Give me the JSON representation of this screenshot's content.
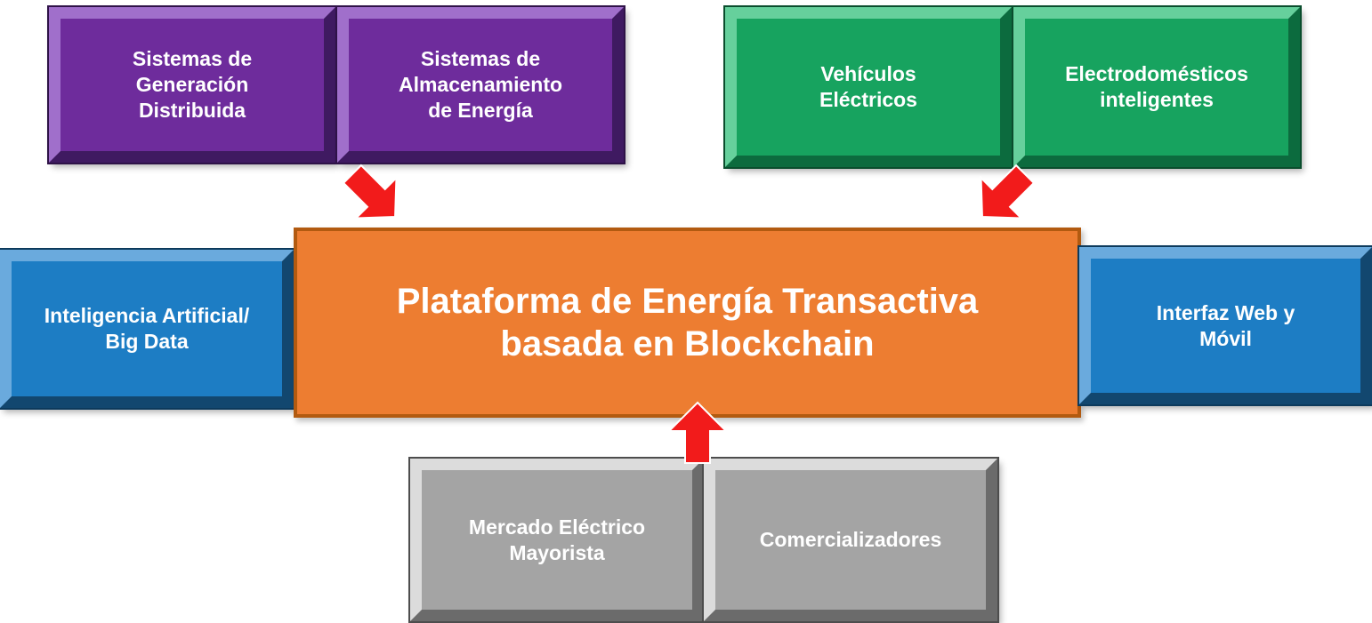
{
  "diagram": {
    "nodes": {
      "generacion": {
        "label": "Sistemas de Generación Distribuida"
      },
      "almacenamiento": {
        "label": "Sistemas de Almacenamiento de Energía"
      },
      "vehiculos": {
        "label": "Vehículos Eléctricos"
      },
      "electrodomesticos": {
        "label": "Electrodomésticos inteligentes"
      },
      "inteligencia": {
        "label": "Inteligencia Artificial/ Big Data"
      },
      "plataforma": {
        "label": "Plataforma de Energía Transactiva basada en Blockchain"
      },
      "interfaz": {
        "label": "Interfaz Web y Móvil"
      },
      "mercado": {
        "label": "Mercado Eléctrico Mayorista"
      },
      "comercializadores": {
        "label": "Comercializadores"
      }
    },
    "arrows": [
      {
        "name": "arrow-storage-to-platform",
        "direction": "down-right",
        "color": "#F21B1B"
      },
      {
        "name": "arrow-appliances-to-platform",
        "direction": "down-left",
        "color": "#F21B1B"
      },
      {
        "name": "arrow-market-to-platform",
        "direction": "up",
        "color": "#F21B1B"
      }
    ],
    "colors": {
      "purple": "#6E2C9C",
      "green": "#17A35F",
      "blue": "#1D7DC4",
      "orange": "#ED7D31",
      "orange_border": "#B25A10",
      "gray": "#A4A4A4",
      "arrow_red": "#F21B1B",
      "text": "#FFFFFF"
    }
  }
}
